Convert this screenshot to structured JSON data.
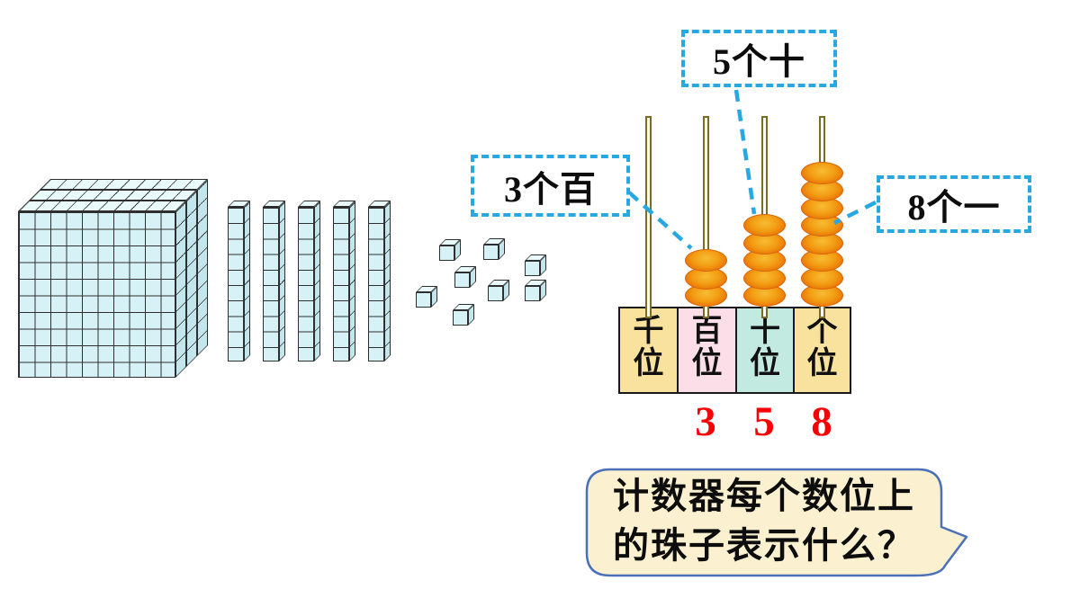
{
  "colors": {
    "accent_blue": "#29A7E1",
    "bubble_border": "#4A70B8",
    "bubble_fill": "#FBF0CF",
    "digit_red": "#F90006",
    "rod_brown": "#7C6B26",
    "bead_orange_edge": "#E86F07",
    "bead_orange_center": "#F5B92F",
    "block_cyan_face": "#D7F2F6",
    "block_cyan_top": "#E9FAFB",
    "block_cyan_side": "#C3E6ED",
    "cell_cream": "#F8E29E",
    "cell_pink": "#FBDEE7",
    "cell_teal": "#C3EAE1"
  },
  "base_ten_blocks": {
    "hundreds_flats": 3,
    "tens_rods": 5,
    "ones_cubes": 8
  },
  "abacus": {
    "places": [
      {
        "label": "千位",
        "label_chars": [
          "千",
          "位"
        ],
        "beads": 0,
        "cell_color": "#F8E29E"
      },
      {
        "label": "百位",
        "label_chars": [
          "百",
          "位"
        ],
        "beads": 3,
        "cell_color": "#FBDEE7"
      },
      {
        "label": "十位",
        "label_chars": [
          "十",
          "位"
        ],
        "beads": 5,
        "cell_color": "#C3EAE1"
      },
      {
        "label": "个位",
        "label_chars": [
          "个",
          "位"
        ],
        "beads": 8,
        "cell_color": "#F8E29E"
      }
    ],
    "digits": [
      {
        "value": "3"
      },
      {
        "value": "5"
      },
      {
        "value": "8"
      }
    ]
  },
  "callouts": [
    {
      "text": "3个百"
    },
    {
      "text": "5个十"
    },
    {
      "text": "8个一"
    }
  ],
  "speech_bubble": {
    "lines": [
      "计数器每个数位上",
      "的珠子表示什么？"
    ]
  }
}
